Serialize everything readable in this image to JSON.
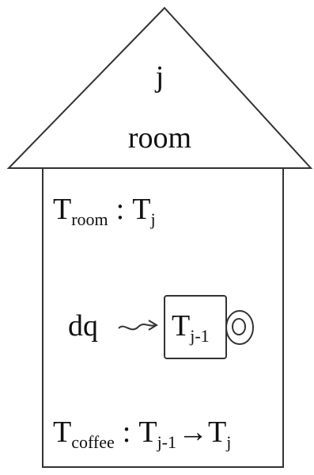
{
  "roof": {
    "index_label": "j",
    "room_label": "room"
  },
  "room_temp_line": {
    "symbol": "T",
    "subscript": "room",
    "separator": ":",
    "rhs_symbol": "T",
    "rhs_subscript": "j"
  },
  "heat_transfer": {
    "label": "dq",
    "mug_symbol": "T",
    "mug_subscript": "j-1"
  },
  "coffee_temp_line": {
    "symbol": "T",
    "subscript": "coffee",
    "separator": ":",
    "from_symbol": "T",
    "from_subscript": "j-1",
    "arrow": "→",
    "to_symbol": "T",
    "to_subscript": "j"
  },
  "colors": {
    "stroke": "#333333",
    "text": "#111111",
    "background": "#ffffff"
  }
}
